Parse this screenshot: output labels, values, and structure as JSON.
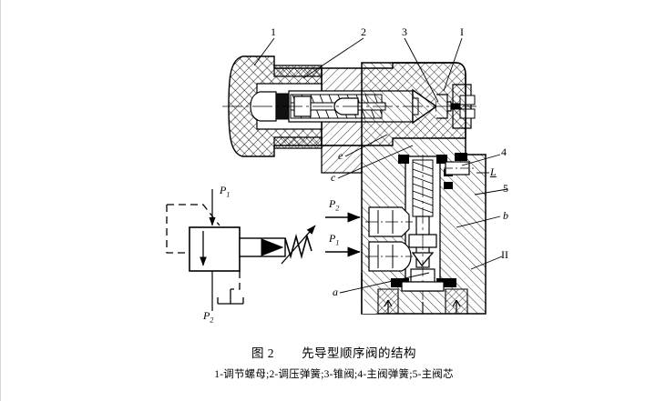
{
  "figure": {
    "fig_number": "图 2",
    "title": "先导型顺序阀的结构",
    "legend": "1-调节螺母;2-调压弹簧;3-锥阀;4-主阀弹簧;5-主阀芯",
    "background_color": "#ffffff",
    "line_color": "#000000"
  },
  "callouts": {
    "top": [
      {
        "id": "c1",
        "text": "1"
      },
      {
        "id": "c2",
        "text": "2"
      },
      {
        "id": "c3",
        "text": "3"
      },
      {
        "id": "cI",
        "text": "I"
      }
    ],
    "right": [
      {
        "id": "c4",
        "text": "4"
      },
      {
        "id": "cL",
        "text": "L"
      },
      {
        "id": "c5",
        "text": "5"
      },
      {
        "id": "cb",
        "text": "b"
      },
      {
        "id": "cII",
        "text": "II"
      }
    ],
    "left": [
      {
        "id": "ce",
        "text": "e"
      },
      {
        "id": "cc",
        "text": "c"
      },
      {
        "id": "ca",
        "text": "a"
      }
    ]
  },
  "ports": {
    "section_p2": {
      "label": "P",
      "sub": "2"
    },
    "section_p1": {
      "label": "P",
      "sub": "1"
    },
    "schematic_p1": {
      "label": "P",
      "sub": "1"
    },
    "schematic_p2": {
      "label": "P",
      "sub": "2"
    }
  },
  "schematic": {
    "name": "pilot-operated-sequence-valve-symbol",
    "elements": [
      "valve-body-square",
      "flow-arrow-down",
      "pilot-line-dashed-left",
      "drain-line-dashed-bottom",
      "spring-adjustable",
      "solid-triangle-actuator"
    ]
  },
  "cross_section": {
    "name": "sequence-valve-cross-section",
    "parts": [
      "adjusting-nut",
      "pressure-adjusting-spring",
      "cone-poppet-valve",
      "main-valve-spring",
      "main-valve-spool",
      "valve-housing",
      "mounting-bolts"
    ]
  }
}
